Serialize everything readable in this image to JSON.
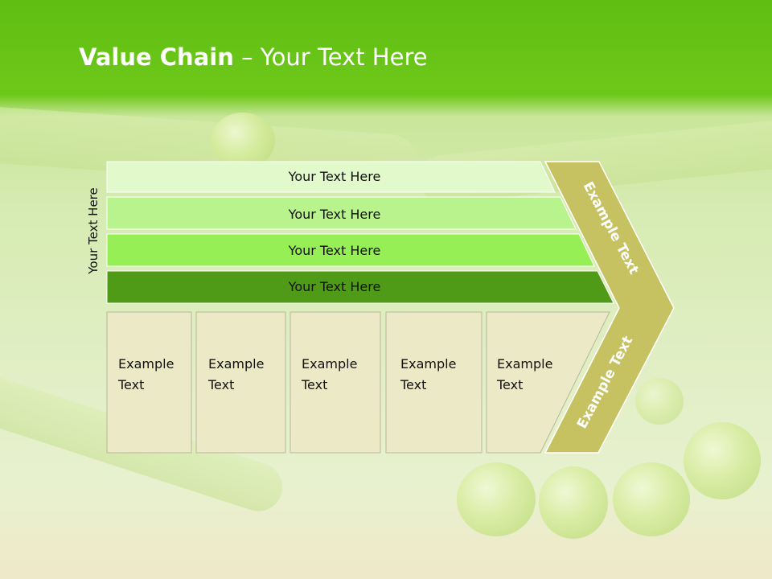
{
  "slide": {
    "title_bold": "Value Chain",
    "title_rest": " – Your Text Here",
    "side_label": "Your Text Here"
  },
  "bands": [
    {
      "label": "Your Text Here",
      "color": "#e1f9cb"
    },
    {
      "label": "Your Text Here",
      "color": "#b9f38d"
    },
    {
      "label": "Your Text Here",
      "color": "#96ef55"
    },
    {
      "label": "Your Text Here",
      "color": "#4f9a16"
    }
  ],
  "boxes": [
    {
      "line1": "Example",
      "line2": "Text"
    },
    {
      "line1": "Example",
      "line2": "Text"
    },
    {
      "line1": "Example",
      "line2": "Text"
    },
    {
      "line1": "Example",
      "line2": "Text"
    },
    {
      "line1": "Example",
      "line2": "Text"
    }
  ],
  "chevron": {
    "upper_text": "Example Text",
    "lower_text": "Example Text",
    "color": "#c6c262"
  },
  "colors": {
    "header_green": "#5fbe12",
    "box_fill": "#ebe9c6",
    "box_border": "#b8b79a"
  }
}
